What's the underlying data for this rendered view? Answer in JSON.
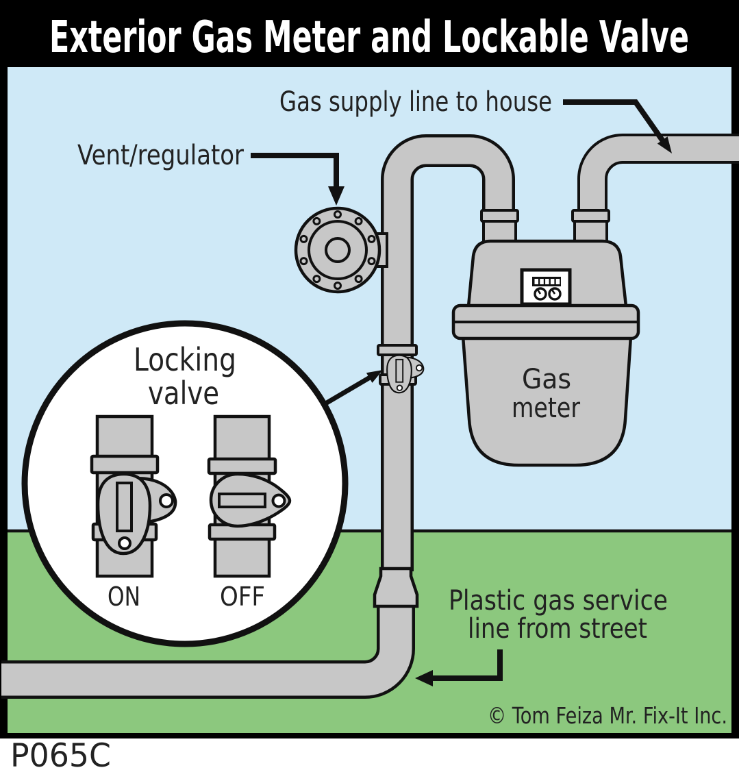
{
  "title": "Exterior Gas Meter and Lockable Valve",
  "scene": {
    "labels": {
      "gas_supply_line": "Gas supply line to house",
      "vent_regulator": "Vent/regulator",
      "gas_meter_line1": "Gas",
      "gas_meter_line2": "meter",
      "plastic_service_line1": "Plastic gas service",
      "plastic_service_line2": "line from street"
    },
    "callout": {
      "title_line1": "Locking",
      "title_line2": "valve",
      "state_on": "ON",
      "state_off": "OFF"
    },
    "icons": {
      "vent_regulator": "round-flange-regulator-icon",
      "locking_valve": "teardrop-valve-handle-icon",
      "gas_meter": "gas-meter-tank-icon",
      "meter_display": "odometer-and-dials-icon"
    }
  },
  "footer": {
    "copyright": "© Tom Feiza Mr. Fix-It Inc.",
    "diagram_code": "P065C"
  },
  "colors": {
    "title_bg": "#000000",
    "title_text": "#ffffff",
    "sky": "#cfe9f7",
    "ground": "#8cc87e",
    "pipe": "#c7c7c7",
    "outline": "#111111",
    "label_text": "#222222",
    "callout_bg": "#ffffff"
  }
}
